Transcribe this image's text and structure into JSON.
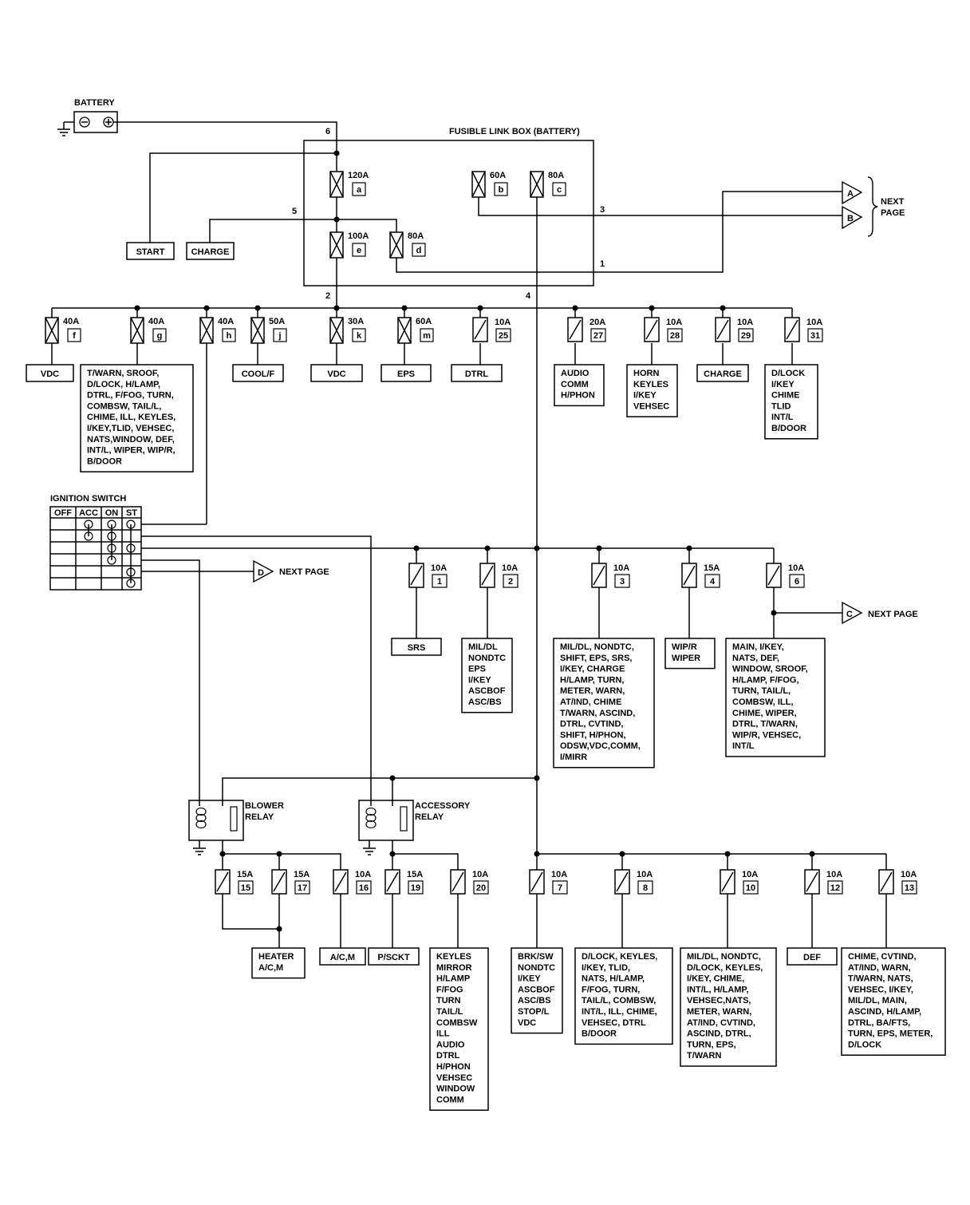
{
  "battery_label": "BATTERY",
  "fusible_link_box_label": "FUSIBLE LINK BOX (BATTERY)",
  "ignition_switch": {
    "title": "IGNITION SWITCH",
    "headers": [
      "OFF",
      "ACC",
      "ON",
      "ST"
    ]
  },
  "next_page_label": "NEXT PAGE",
  "next_page_ab_lines": [
    "NEXT",
    "PAGE"
  ],
  "connectors": [
    "A",
    "B",
    "C",
    "D"
  ],
  "relays": {
    "blower": [
      "BLOWER",
      "RELAY"
    ],
    "accessory": [
      "ACCESSORY",
      "RELAY"
    ]
  },
  "terminal_numbers": [
    "6",
    "5",
    "3",
    "1",
    "2",
    "4"
  ],
  "fusible_links": [
    {
      "amp": "120A",
      "id": "a"
    },
    {
      "amp": "60A",
      "id": "b"
    },
    {
      "amp": "80A",
      "id": "c"
    },
    {
      "amp": "100A",
      "id": "e"
    },
    {
      "amp": "80A",
      "id": "d"
    }
  ],
  "top_boxes": [
    "START",
    "CHARGE"
  ],
  "row1_fuses": [
    {
      "amp": "40A",
      "id": "f",
      "lines": [
        "VDC"
      ]
    },
    {
      "amp": "40A",
      "id": "g",
      "lines": [
        "T/WARN, SROOF,",
        "D/LOCK, H/LAMP,",
        "DTRL, F/FOG, TURN,",
        "COMBSW, TAIL/L,",
        "CHIME, ILL, KEYLES,",
        "I/KEY,TLID, VEHSEC,",
        "NATS,WINDOW, DEF,",
        "INT/L, WIPER, WIP/R,",
        "B/DOOR"
      ]
    },
    {
      "amp": "40A",
      "id": "h",
      "lines": []
    },
    {
      "amp": "50A",
      "id": "j",
      "lines": [
        "COOL/F"
      ]
    },
    {
      "amp": "30A",
      "id": "k",
      "lines": [
        "VDC"
      ]
    },
    {
      "amp": "60A",
      "id": "m",
      "lines": [
        "EPS"
      ]
    },
    {
      "amp": "10A",
      "id": "25",
      "lines": [
        "DTRL"
      ]
    },
    {
      "amp": "20A",
      "id": "27",
      "lines": [
        "AUDIO",
        "COMM",
        "H/PHON"
      ]
    },
    {
      "amp": "10A",
      "id": "28",
      "lines": [
        "HORN",
        "KEYLES",
        "I/KEY",
        "VEHSEC"
      ]
    },
    {
      "amp": "10A",
      "id": "29",
      "lines": [
        "CHARGE"
      ]
    },
    {
      "amp": "10A",
      "id": "31",
      "lines": [
        "D/LOCK",
        "I/KEY",
        "CHIME",
        "TLID",
        "INT/L",
        "B/DOOR"
      ]
    }
  ],
  "row2_fuses": [
    {
      "amp": "10A",
      "id": "1",
      "lines": [
        "SRS"
      ]
    },
    {
      "amp": "10A",
      "id": "2",
      "lines": [
        "MIL/DL",
        "NONDTC",
        "EPS",
        "I/KEY",
        "ASCBOF",
        "ASC/BS"
      ]
    },
    {
      "amp": "10A",
      "id": "3",
      "lines": [
        "MIL/DL, NONDTC,",
        "SHIFT, EPS, SRS,",
        "I/KEY, CHARGE",
        "H/LAMP, TURN,",
        "METER, WARN,",
        "AT/IND, CHIME",
        "T/WARN, ASCIND,",
        "DTRL, CVTIND,",
        "SHIFT, H/PHON,",
        "ODSW,VDC,COMM,",
        "I/MIRR"
      ]
    },
    {
      "amp": "15A",
      "id": "4",
      "lines": [
        "WIP/R",
        "WIPER"
      ]
    },
    {
      "amp": "10A",
      "id": "6",
      "lines": [
        "MAIN, I/KEY,",
        "NATS, DEF,",
        "WINDOW, SROOF,",
        "H/LAMP, F/FOG,",
        "TURN, TAIL/L,",
        "COMBSW, ILL,",
        "CHIME, WIPER,",
        "DTRL, T/WARN,",
        "WIP/R, VEHSEC,",
        "INT/L"
      ]
    }
  ],
  "row3_fuses": [
    {
      "amp": "15A",
      "id": "15"
    },
    {
      "amp": "15A",
      "id": "17"
    },
    {
      "amp": "10A",
      "id": "16"
    },
    {
      "amp": "15A",
      "id": "19"
    },
    {
      "amp": "10A",
      "id": "20"
    },
    {
      "amp": "10A",
      "id": "7"
    },
    {
      "amp": "10A",
      "id": "8"
    },
    {
      "amp": "10A",
      "id": "10"
    },
    {
      "amp": "10A",
      "id": "12"
    },
    {
      "amp": "10A",
      "id": "13"
    }
  ],
  "row3_boxes": [
    {
      "lines": [
        "HEATER",
        "A/C,M"
      ]
    },
    {
      "lines": [
        "A/C,M"
      ]
    },
    {
      "lines": [
        "P/SCKT"
      ]
    },
    {
      "lines": [
        "KEYLES",
        "MIRROR",
        "H/LAMP",
        "F/FOG",
        "TURN",
        "TAIL/L",
        "COMBSW",
        "ILL",
        "AUDIO",
        "DTRL",
        "H/PHON",
        "VEHSEC",
        "WINDOW",
        "COMM"
      ]
    },
    {
      "lines": [
        "BRK/SW",
        "NONDTC",
        "I/KEY",
        "ASCBOF",
        "ASC/BS",
        "STOP/L",
        "VDC"
      ]
    },
    {
      "lines": [
        "D/LOCK, KEYLES,",
        "I/KEY, TLID,",
        "NATS, H/LAMP,",
        "F/FOG, TURN,",
        "TAIL/L, COMBSW,",
        "INT/L, ILL, CHIME,",
        "VEHSEC, DTRL",
        "B/DOOR"
      ]
    },
    {
      "lines": [
        "MIL/DL, NONDTC,",
        "D/LOCK, KEYLES,",
        "I/KEY, CHIME,",
        "INT/L, H/LAMP,",
        "VEHSEC,NATS,",
        "METER, WARN,",
        "AT/IND, CVTIND,",
        "ASCIND, DTRL,",
        "TURN,  EPS,",
        "T/WARN"
      ]
    },
    {
      "lines": [
        "DEF"
      ]
    },
    {
      "lines": [
        "CHIME, CVTIND,",
        "AT/IND, WARN,",
        "T/WARN, NATS,",
        "VEHSEC, I/KEY,",
        "MIL/DL, MAIN,",
        "ASCIND, H/LAMP,",
        "DTRL, BA/FTS,",
        "TURN, EPS, METER,",
        "D/LOCK"
      ]
    }
  ]
}
